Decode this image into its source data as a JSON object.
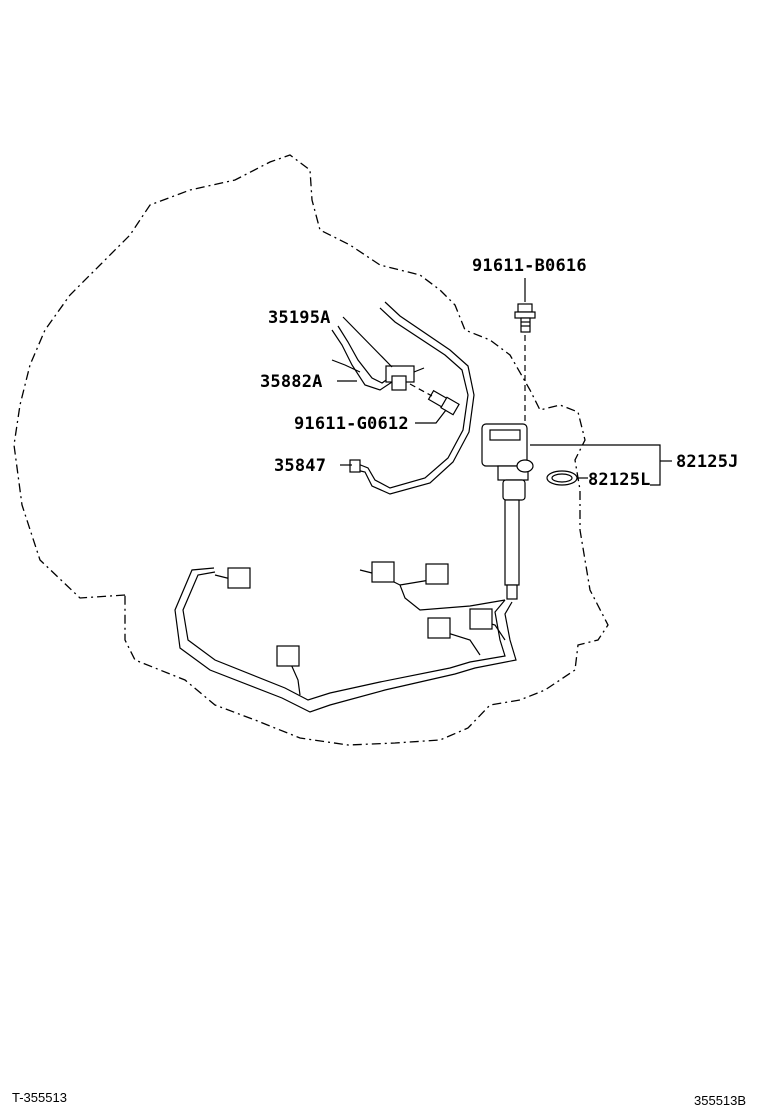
{
  "parts": {
    "bolt_upper": "91611-B0616",
    "hose_clamp": "35195A",
    "tube_a": "35882A",
    "bolt_lower": "91611-G0612",
    "tube_b": "35847",
    "speed_sensor": "82125J",
    "o_ring": "82125L"
  },
  "footer": {
    "left_code": "T-355513",
    "right_code": "355513B"
  }
}
